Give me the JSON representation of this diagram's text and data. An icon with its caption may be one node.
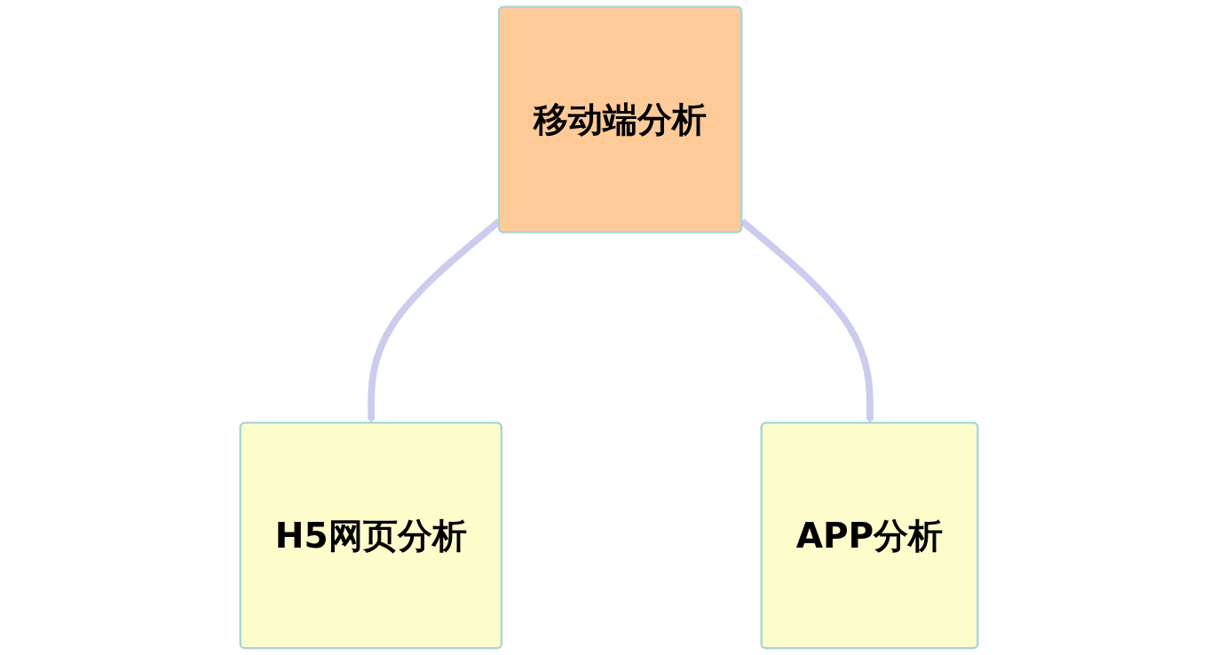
{
  "diagram": {
    "nodes": [
      {
        "text": [
          "移动端分析"
        ]
      },
      {
        "text": [
          "H5网页分析"
        ]
      },
      {
        "text": [
          "APP分析"
        ]
      }
    ],
    "edges": [
      {
        "from": 0,
        "to": 1,
        "arrow": "to"
      },
      {
        "from": 0,
        "to": 2,
        "arrow": "to"
      }
    ]
  }
}
